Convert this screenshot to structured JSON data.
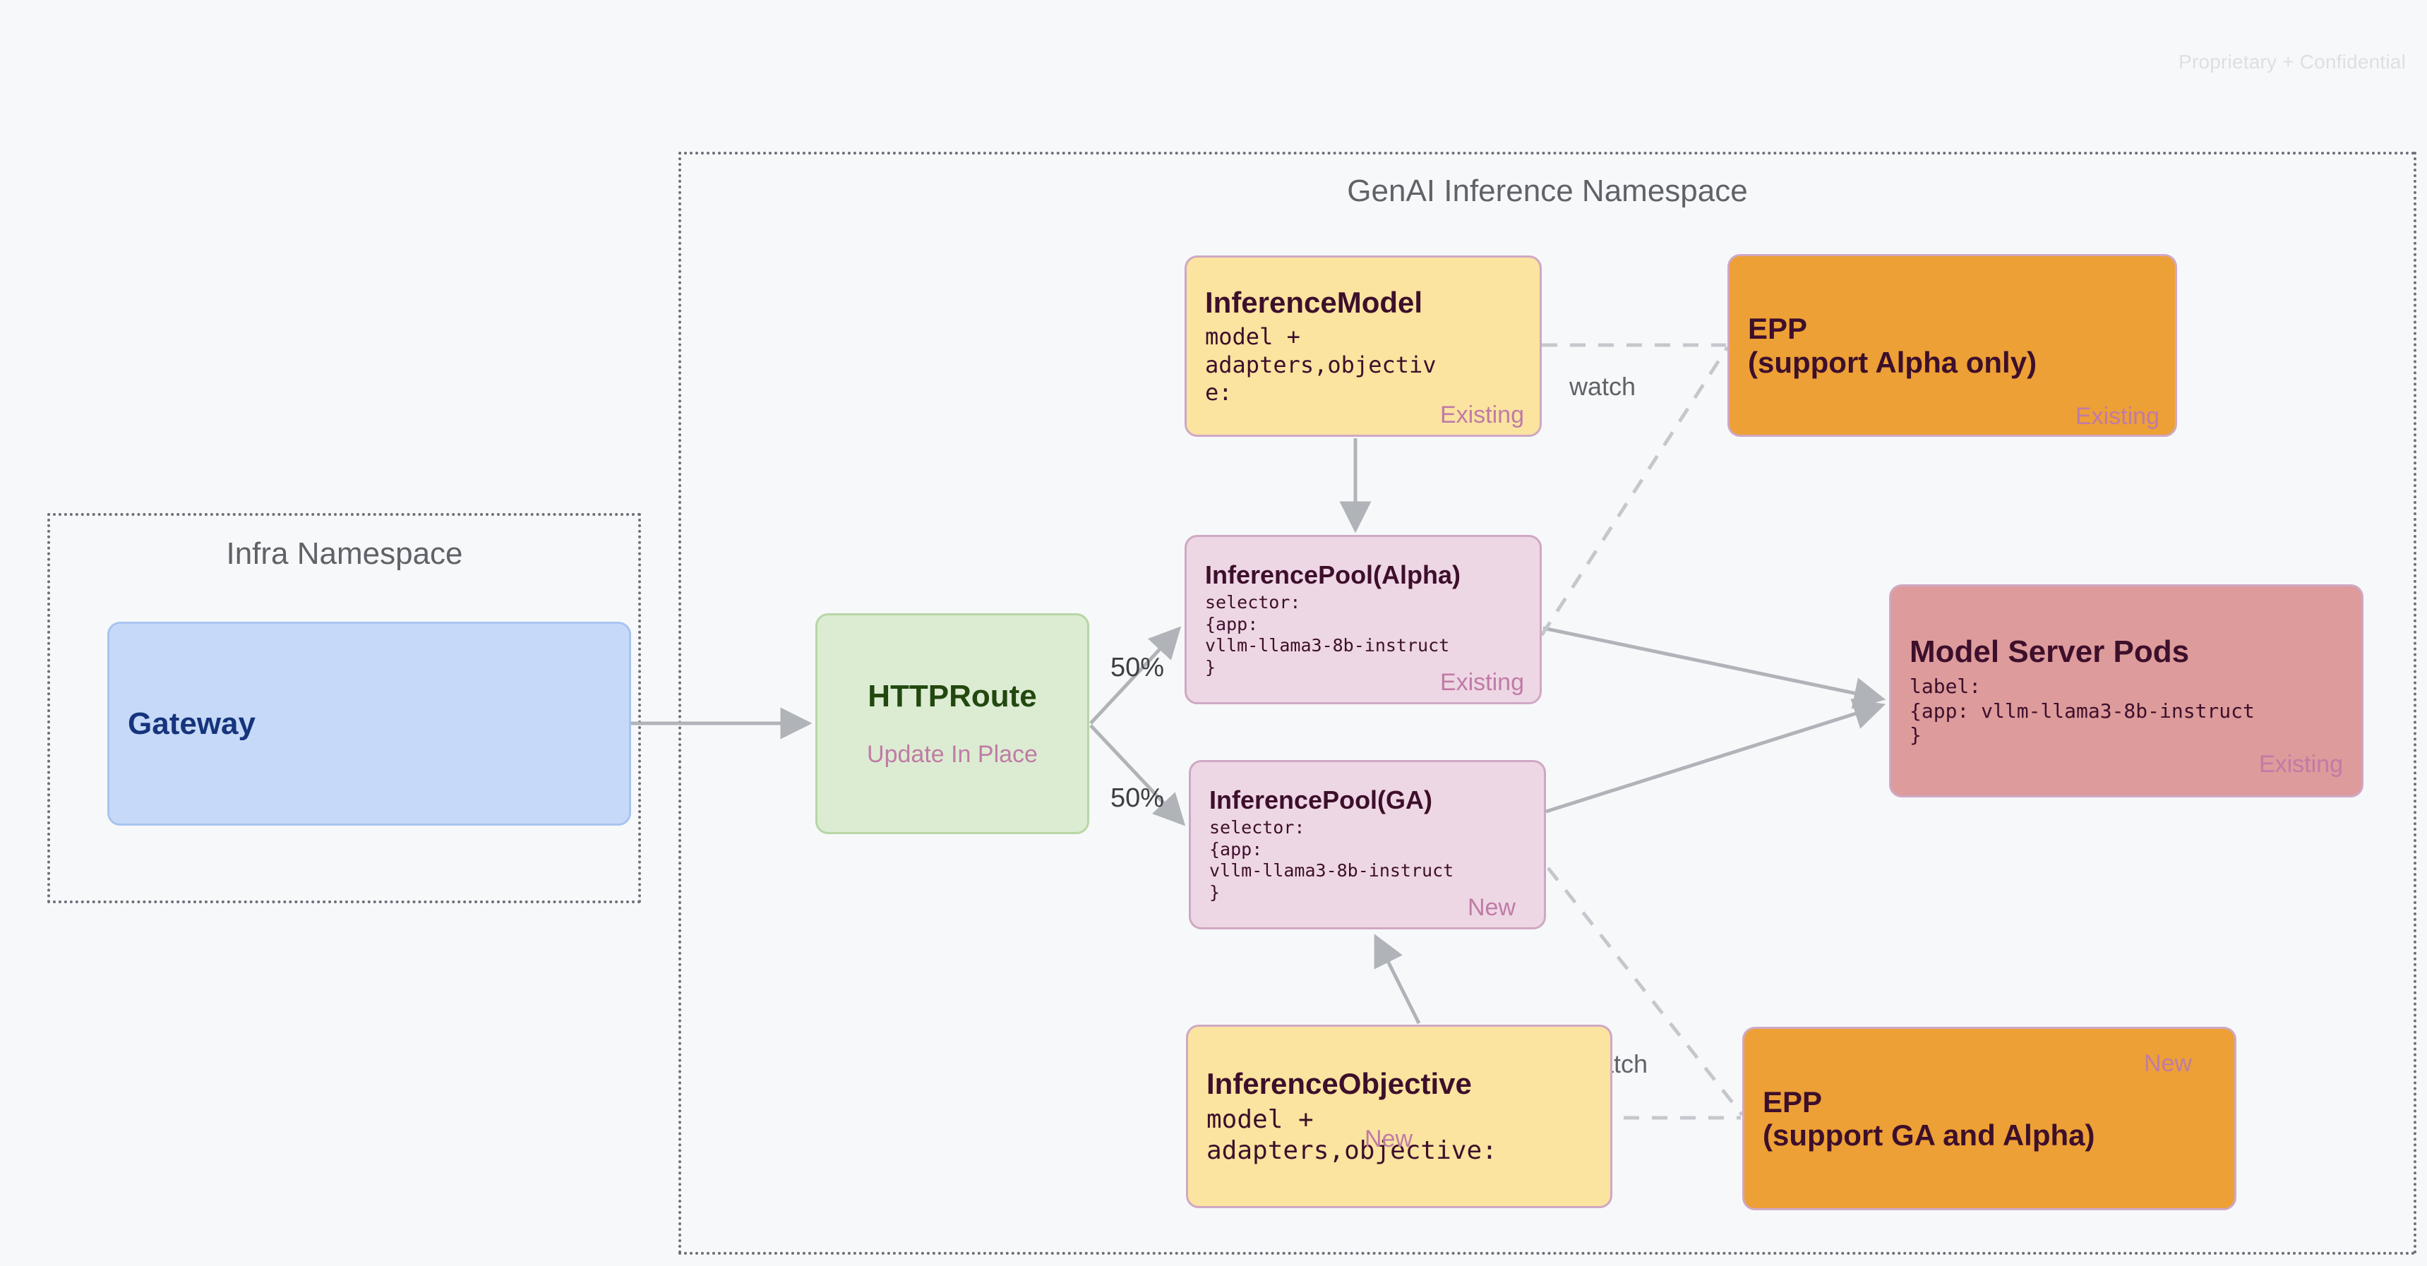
{
  "page": {
    "confidential_notice": "Proprietary + Confidential",
    "background": "#f7f8fa"
  },
  "namespaces": [
    {
      "id": "infra",
      "title": "Infra Namespace"
    },
    {
      "id": "genai",
      "title": "GenAI Inference Namespace"
    }
  ],
  "nodes": {
    "gateway": {
      "title": "Gateway",
      "color": "#c6d9f8",
      "text_color": "#16347c"
    },
    "httproute": {
      "title": "HTTPRoute",
      "subtitle": "Update In Place",
      "color": "#dcecd2",
      "text_color": "#22480f"
    },
    "inference_model": {
      "title": "InferenceModel",
      "body": "model +\nadapters,objectiv\ne:",
      "tag": "Existing",
      "color": "#fae4a0"
    },
    "inference_pool_alpha": {
      "title": "InferencePool(Alpha)",
      "body": "selector:\n{app:\nvllm-llama3-8b-instruct\n}",
      "tag": "Existing",
      "color": "#eed7e4"
    },
    "inference_pool_ga": {
      "title": "InferencePool(GA)",
      "body": "selector:\n{app:\nvllm-llama3-8b-instruct\n}",
      "tag": "New",
      "color": "#eed7e4"
    },
    "inference_objective": {
      "title": "InferenceObjective",
      "body": "model +\nadapters,objective:",
      "tag": "New",
      "color": "#fae4a0"
    },
    "epp_alpha": {
      "title_line1": "EPP",
      "title_line2": "(support Alpha only)",
      "tag": "Existing",
      "color": "#eda035"
    },
    "epp_ga": {
      "title_line1": "EPP",
      "title_line2": "(support GA and Alpha)",
      "tag": "New",
      "color": "#eda035"
    },
    "model_server_pods": {
      "title": "Model Server Pods",
      "body": "label:\n{app: vllm-llama3-8b-instruct\n}",
      "tag": "Existing",
      "color": "#dd9b9b"
    }
  },
  "edges": {
    "split_top": "50%",
    "split_bottom": "50%",
    "watch_top": "watch",
    "watch_bottom": "watch"
  },
  "colors": {
    "edge_solid": "#b0b3b8",
    "edge_dashed": "#c4c7cc",
    "tag_text": "#c07ba6",
    "namespace_border": "#6b7078",
    "namespace_title": "#5f6368"
  }
}
